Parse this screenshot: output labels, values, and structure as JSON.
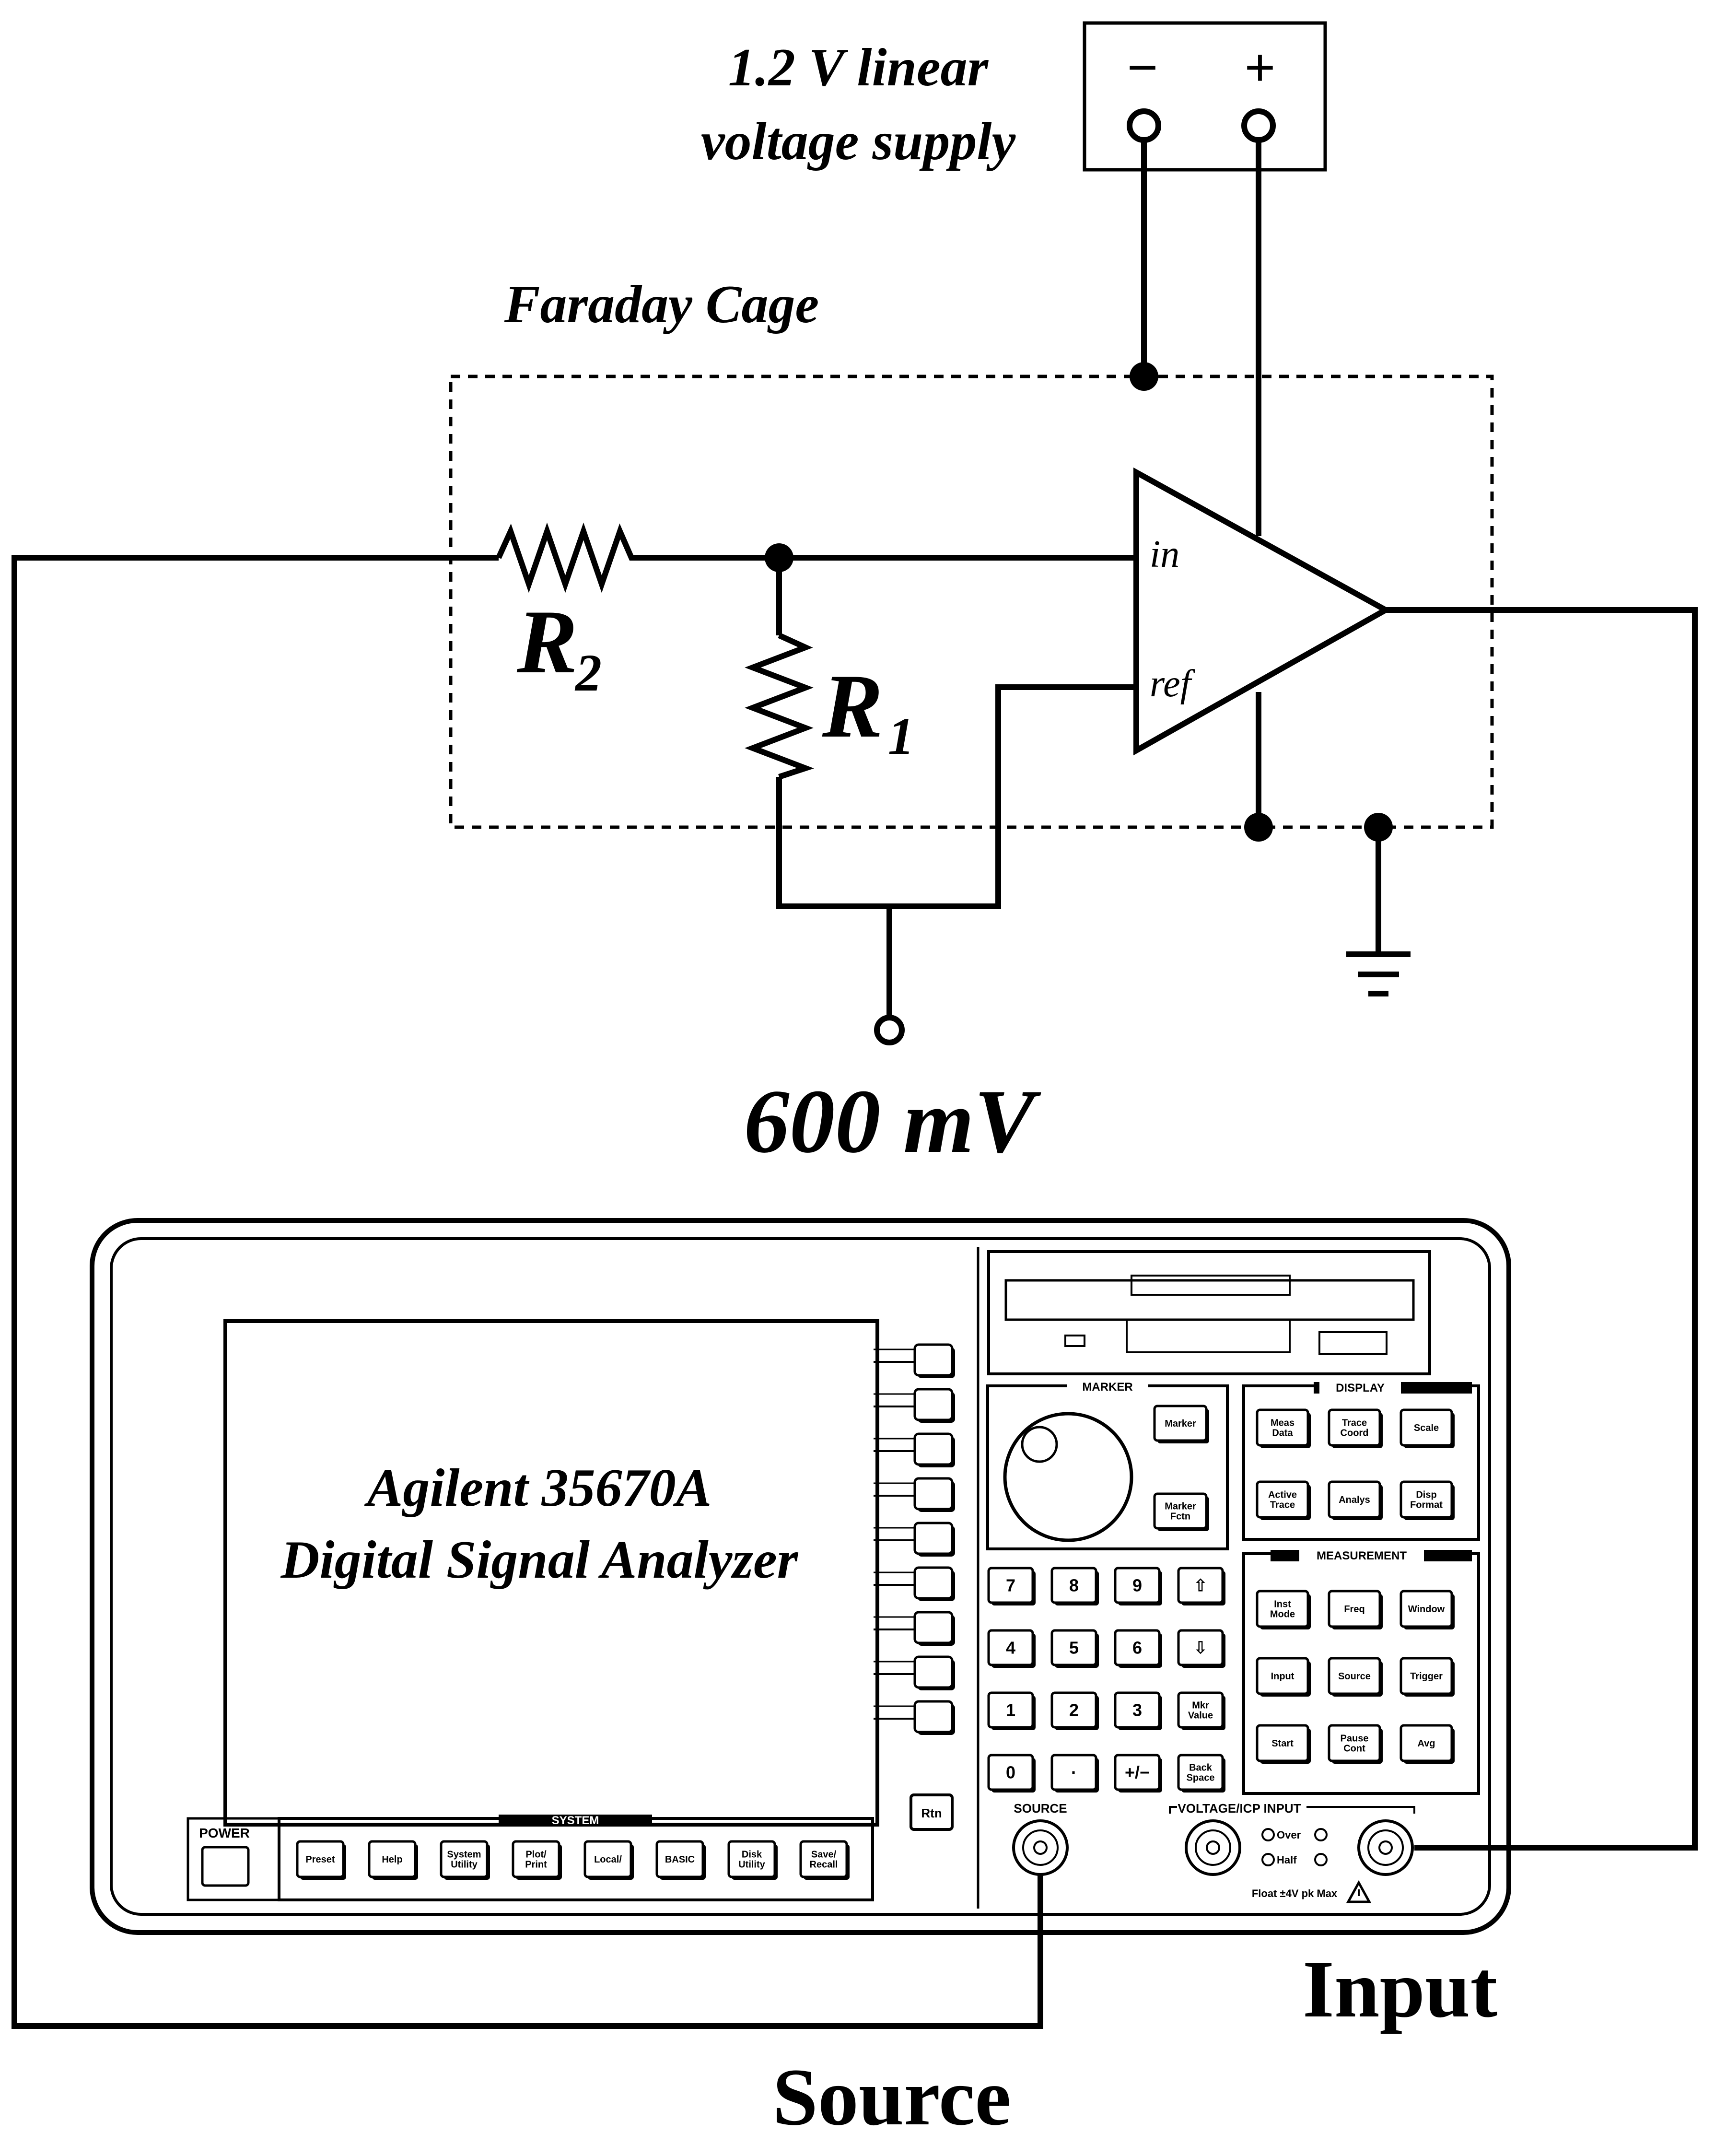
{
  "supply": {
    "label_line1": "1.2 V linear",
    "label_line2": "voltage supply",
    "minus": "−",
    "plus": "+"
  },
  "cage": {
    "label": "Faraday Cage"
  },
  "resistors": {
    "r2": {
      "letter": "R",
      "sub": "2"
    },
    "r1": {
      "letter": "R",
      "sub": "1"
    }
  },
  "amplifier": {
    "in_label": "in",
    "ref_label": "ref"
  },
  "bias": {
    "label": "600 mV"
  },
  "analyzer": {
    "title_line1": "Agilent 35670A",
    "title_line2": "Digital Signal Analyzer",
    "power": "POWER",
    "rtn": "Rtn",
    "system": {
      "title": "SYSTEM",
      "keys": [
        "Preset",
        "Help",
        "System\nUtility",
        "Plot/\nPrint",
        "Local/",
        "BASIC",
        "Disk\nUtility",
        "Save/\nRecall"
      ]
    },
    "marker": {
      "title": "MARKER",
      "keys": [
        "Marker",
        "Marker\nFctn"
      ]
    },
    "display": {
      "title": "DISPLAY",
      "keys": [
        "Meas\nData",
        "Trace\nCoord",
        "Scale",
        "Active\nTrace",
        "Analys",
        "Disp\nFormat"
      ]
    },
    "measurement": {
      "title": "MEASUREMENT",
      "keys": [
        "Inst\nMode",
        "Freq",
        "Window",
        "Input",
        "Source",
        "Trigger",
        "Start",
        "Pause\nCont",
        "Avg"
      ]
    },
    "keypad": [
      "7",
      "8",
      "9",
      "⇧",
      "4",
      "5",
      "6",
      "⇩",
      "1",
      "2",
      "3",
      "Mkr\nValue",
      "0",
      "·",
      "+/−",
      "Back\nSpace"
    ],
    "source_label": "SOURCE",
    "input_label": "VOLTAGE/ICP INPUT",
    "over": "Over",
    "half": "Half",
    "float": "Float ±4V pk Max"
  },
  "connections": {
    "source": "Source",
    "input": "Input"
  }
}
